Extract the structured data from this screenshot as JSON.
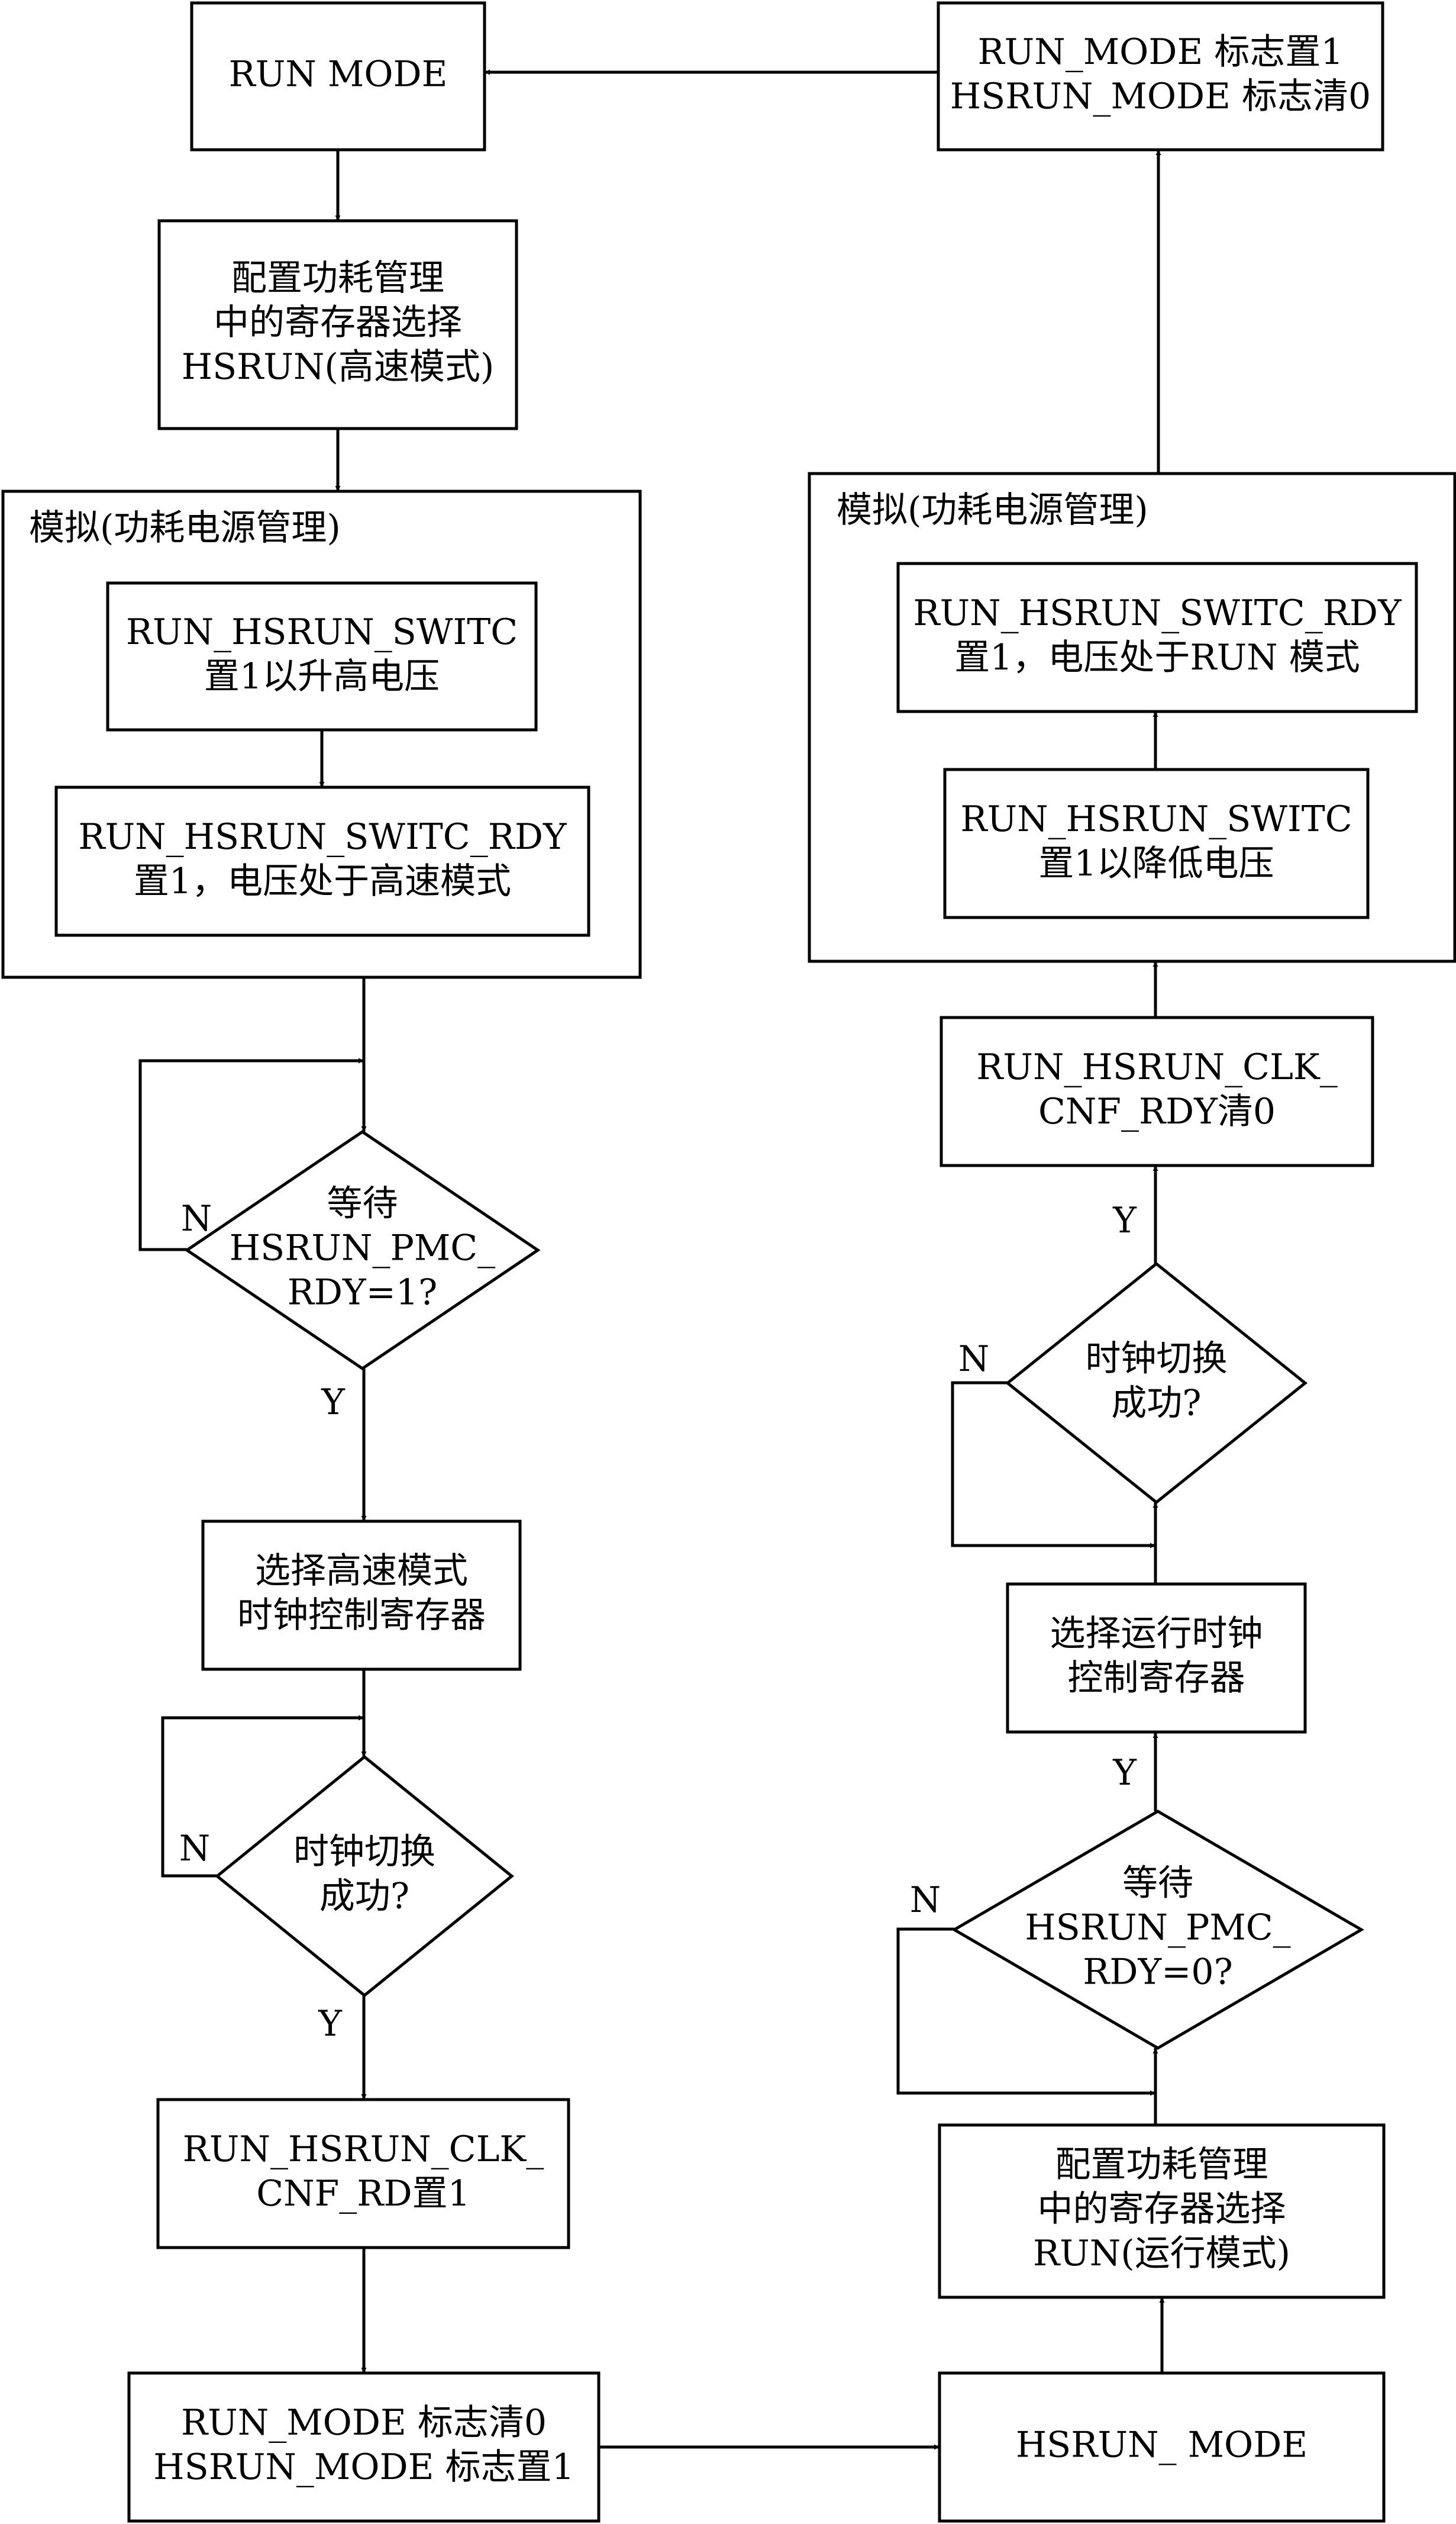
{
  "diagram": {
    "containers": [
      {
        "id": "sim_left",
        "label": "模拟(功耗电源管理)"
      },
      {
        "id": "sim_right",
        "label": "模拟(功耗电源管理)"
      }
    ],
    "nodes": [
      {
        "id": "run_mode",
        "shape": "rect",
        "lines": [
          "RUN MODE"
        ]
      },
      {
        "id": "cfg_hsrun",
        "shape": "rect",
        "lines": [
          "配置功耗管理",
          "中的寄存器选择",
          "HSRUN(高速模式)"
        ]
      },
      {
        "id": "l_switc",
        "shape": "rect",
        "lines": [
          "RUN_HSRUN_SWITC",
          "置1以升高电压"
        ]
      },
      {
        "id": "l_switc_rdy",
        "shape": "rect",
        "lines": [
          "RUN_HSRUN_SWITC_RDY",
          "置1，电压处于高速模式"
        ]
      },
      {
        "id": "l_wait_pmc",
        "shape": "diamond",
        "lines": [
          "等待",
          "HSRUN_PMC_",
          "RDY=1?"
        ]
      },
      {
        "id": "l_sel_clk",
        "shape": "rect",
        "lines": [
          "选择高速模式",
          "时钟控制寄存器"
        ]
      },
      {
        "id": "l_clk_ok",
        "shape": "diamond",
        "lines": [
          "时钟切换",
          "成功?"
        ]
      },
      {
        "id": "l_clk_rd",
        "shape": "rect",
        "lines": [
          "RUN_HSRUN_CLK_",
          "CNF_RD置1"
        ]
      },
      {
        "id": "l_flags",
        "shape": "rect",
        "lines": [
          "RUN_MODE 标志清0",
          "HSRUN_MODE 标志置1"
        ]
      },
      {
        "id": "hsrun_mode",
        "shape": "rect",
        "lines": [
          "HSRUN_ MODE"
        ]
      },
      {
        "id": "cfg_run",
        "shape": "rect",
        "lines": [
          "配置功耗管理",
          "中的寄存器选择",
          "RUN(运行模式)"
        ]
      },
      {
        "id": "r_wait_pmc",
        "shape": "diamond",
        "lines": [
          "等待",
          "HSRUN_PMC_",
          "RDY=0?"
        ]
      },
      {
        "id": "r_sel_clk",
        "shape": "rect",
        "lines": [
          "选择运行时钟",
          "控制寄存器"
        ]
      },
      {
        "id": "r_clk_ok",
        "shape": "diamond",
        "lines": [
          "时钟切换",
          "成功?"
        ]
      },
      {
        "id": "r_clk_rdy",
        "shape": "rect",
        "lines": [
          "RUN_HSRUN_CLK_",
          "CNF_RDY清0"
        ]
      },
      {
        "id": "r_switc",
        "shape": "rect",
        "lines": [
          "RUN_HSRUN_SWITC",
          "置1以降低电压"
        ]
      },
      {
        "id": "r_switc_rdy",
        "shape": "rect",
        "lines": [
          "RUN_HSRUN_SWITC_RDY",
          "置1，电压处于RUN 模式"
        ]
      },
      {
        "id": "r_flags",
        "shape": "rect",
        "lines": [
          "RUN_MODE 标志置1",
          "HSRUN_MODE 标志清0"
        ]
      }
    ],
    "edges": [
      {
        "from": "run_mode",
        "to": "cfg_hsrun",
        "label": ""
      },
      {
        "from": "cfg_hsrun",
        "to": "sim_left",
        "label": ""
      },
      {
        "from": "l_switc",
        "to": "l_switc_rdy",
        "label": ""
      },
      {
        "from": "sim_left",
        "to": "l_wait_pmc",
        "label": ""
      },
      {
        "from": "l_wait_pmc",
        "to": "l_wait_pmc",
        "label": "N"
      },
      {
        "from": "l_wait_pmc",
        "to": "l_sel_clk",
        "label": "Y"
      },
      {
        "from": "l_sel_clk",
        "to": "l_clk_ok",
        "label": ""
      },
      {
        "from": "l_clk_ok",
        "to": "l_clk_ok",
        "label": "N"
      },
      {
        "from": "l_clk_ok",
        "to": "l_clk_rd",
        "label": "Y"
      },
      {
        "from": "l_clk_rd",
        "to": "l_flags",
        "label": ""
      },
      {
        "from": "l_flags",
        "to": "hsrun_mode",
        "label": ""
      },
      {
        "from": "hsrun_mode",
        "to": "cfg_run",
        "label": ""
      },
      {
        "from": "cfg_run",
        "to": "r_wait_pmc",
        "label": ""
      },
      {
        "from": "r_wait_pmc",
        "to": "r_wait_pmc",
        "label": "N"
      },
      {
        "from": "r_wait_pmc",
        "to": "r_sel_clk",
        "label": "Y"
      },
      {
        "from": "r_sel_clk",
        "to": "r_clk_ok",
        "label": ""
      },
      {
        "from": "r_clk_ok",
        "to": "r_clk_ok",
        "label": "N"
      },
      {
        "from": "r_clk_ok",
        "to": "r_clk_rdy",
        "label": "Y"
      },
      {
        "from": "r_clk_rdy",
        "to": "sim_right",
        "label": ""
      },
      {
        "from": "r_switc",
        "to": "r_switc_rdy",
        "label": ""
      },
      {
        "from": "sim_right",
        "to": "r_flags",
        "label": ""
      },
      {
        "from": "r_flags",
        "to": "run_mode",
        "label": ""
      }
    ]
  }
}
